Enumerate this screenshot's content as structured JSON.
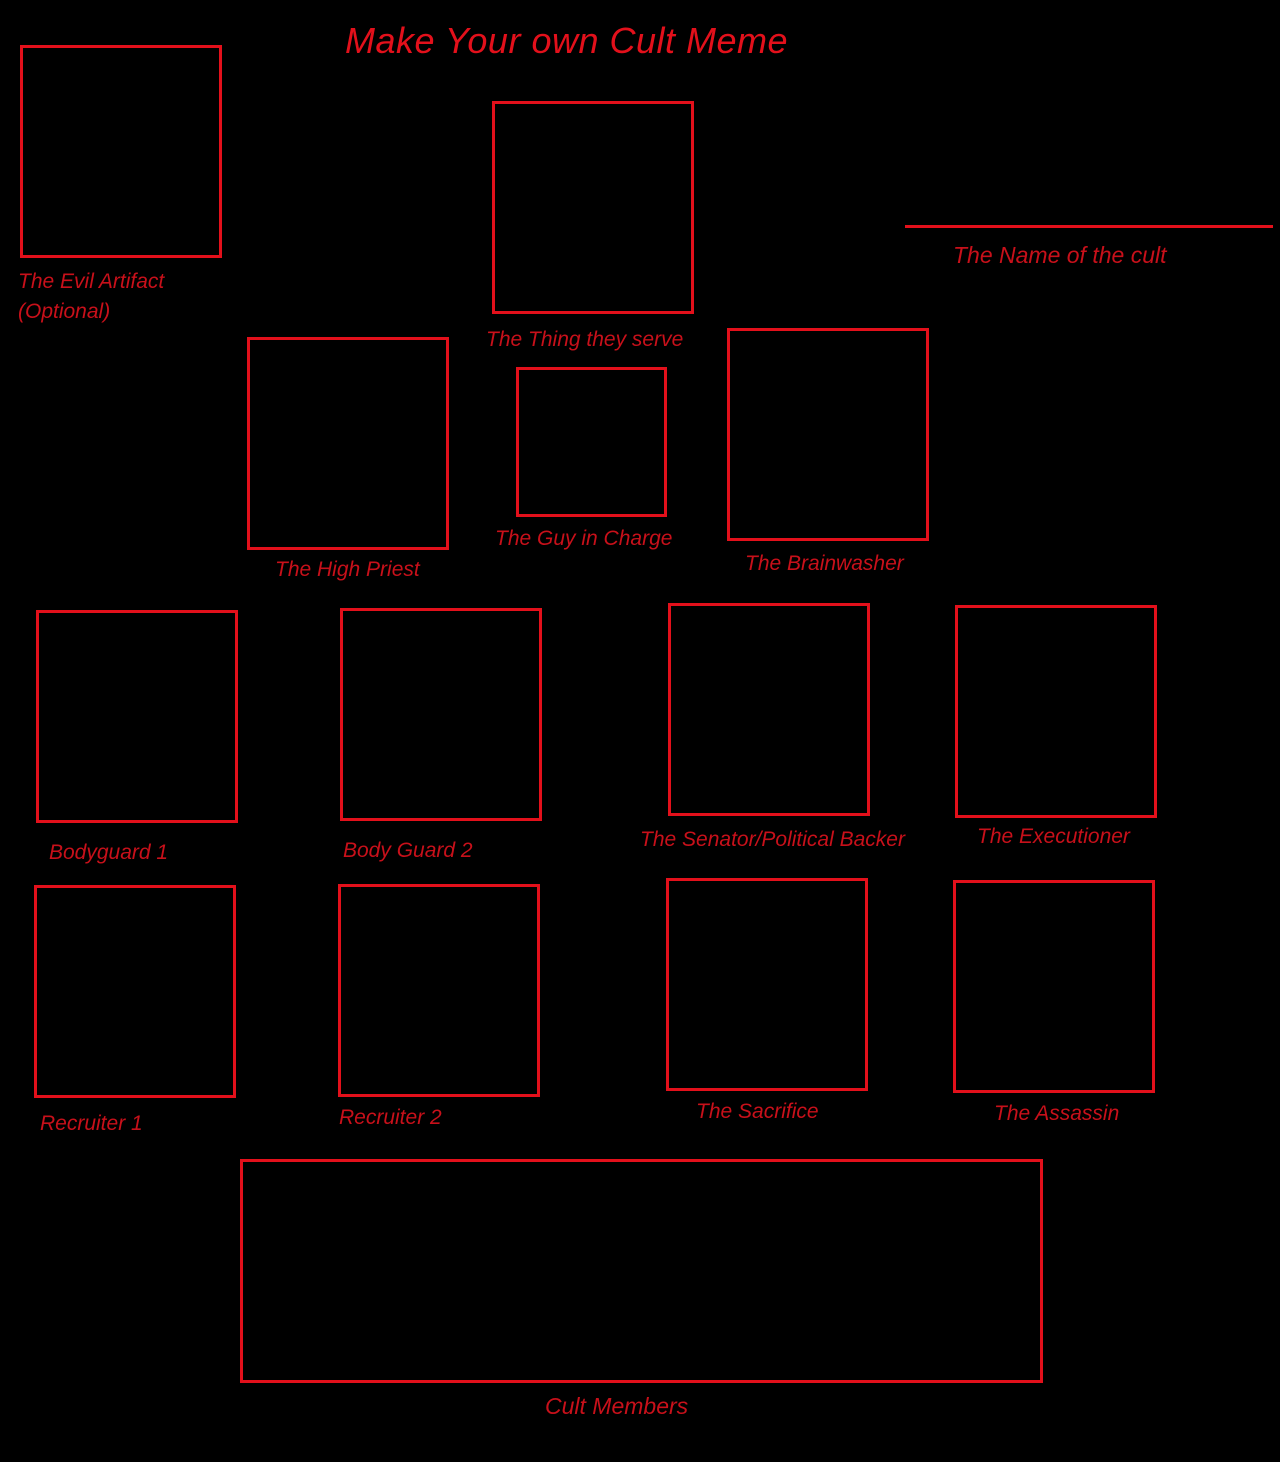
{
  "title": "Make Your own Cult Meme",
  "accent_color": "#e3101b",
  "background_color": "#000000",
  "cult_name": {
    "label": "The Name of the cult"
  },
  "slots": {
    "evil_artifact": {
      "label": "The Evil Artifact",
      "sublabel": "(Optional)"
    },
    "thing_they_serve": {
      "label": "The Thing they serve"
    },
    "high_priest": {
      "label": "The High Priest"
    },
    "guy_in_charge": {
      "label": "The Guy in Charge"
    },
    "brainwasher": {
      "label": "The Brainwasher"
    },
    "bodyguard_1": {
      "label": "Bodyguard 1"
    },
    "bodyguard_2": {
      "label": "Body Guard 2"
    },
    "senator": {
      "label": "The Senator/Political Backer"
    },
    "executioner": {
      "label": "The Executioner"
    },
    "recruiter_1": {
      "label": "Recruiter 1"
    },
    "recruiter_2": {
      "label": "Recruiter 2"
    },
    "sacrifice": {
      "label": "The Sacrifice"
    },
    "assassin": {
      "label": "The Assassin"
    },
    "cult_members": {
      "label": "Cult Members"
    }
  }
}
